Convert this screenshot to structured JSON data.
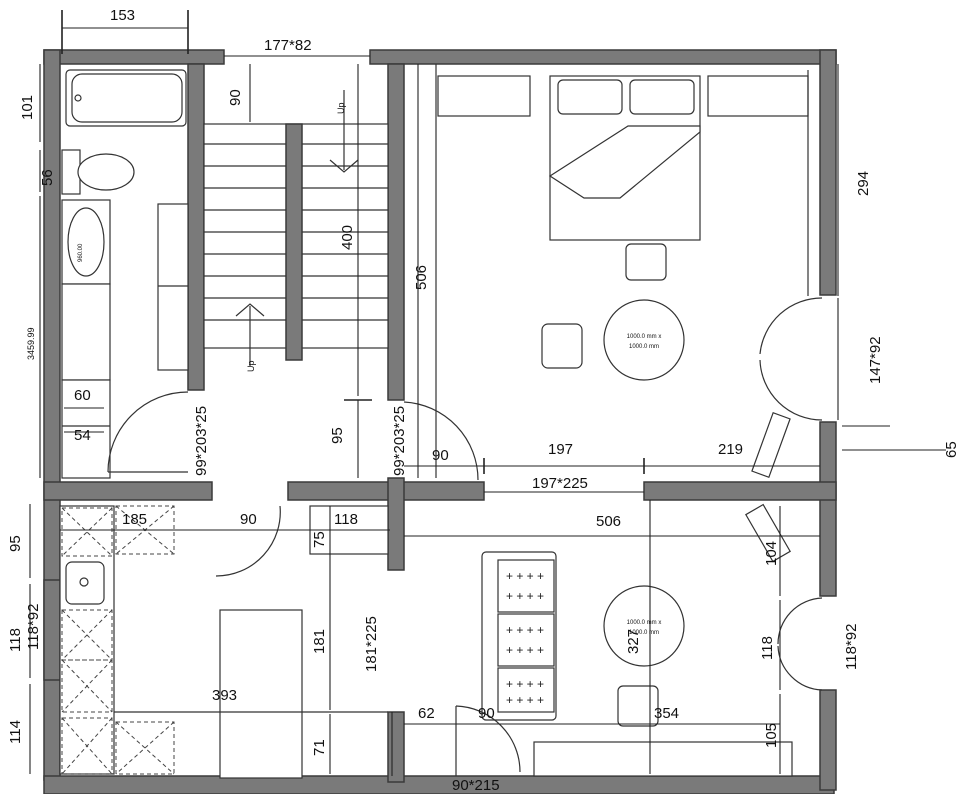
{
  "dimensions": {
    "top_153": "153",
    "stair_177_82": "177*82",
    "d90_stair": "90",
    "d101": "101",
    "d56": "56",
    "d3459": "3459.99",
    "basin_960": "960.00",
    "d400": "400",
    "d506_vert": "506",
    "d294": "294",
    "d147_92": "147*92",
    "d65": "65",
    "d60": "60",
    "d54": "54",
    "door_99_203_25_a": "99*203*25",
    "door_99_203_25_b": "99*203*25",
    "d95_stair": "95",
    "d90_door": "90",
    "d197": "197",
    "d219": "219",
    "d197_225": "197*225",
    "d95_left": "95",
    "d185": "185",
    "d90_hall": "90",
    "d118_hall": "118",
    "d75": "75",
    "d506_horiz": "506",
    "d104": "104",
    "d118_left": "118",
    "d118_92_left": "118*92",
    "d181": "181",
    "d181_225": "181*225",
    "d327": "327",
    "d118_right": "118",
    "d118_92_right": "118*92",
    "d393": "393",
    "d114": "114",
    "d71": "71",
    "d62": "62",
    "d90_bottom": "90",
    "d354": "354",
    "d105": "105",
    "d90_215": "90*215"
  },
  "labels": {
    "up_top": "Up",
    "up_bottom": "Up",
    "table_bed_line1": "1000.0 mm x",
    "table_bed_line2": "1000.0 mm",
    "table_living_line1": "1000.0 mm x",
    "table_living_line2": "1000.0 mm"
  },
  "colors": {
    "wall": "#7a7a7a",
    "line": "#333333"
  }
}
